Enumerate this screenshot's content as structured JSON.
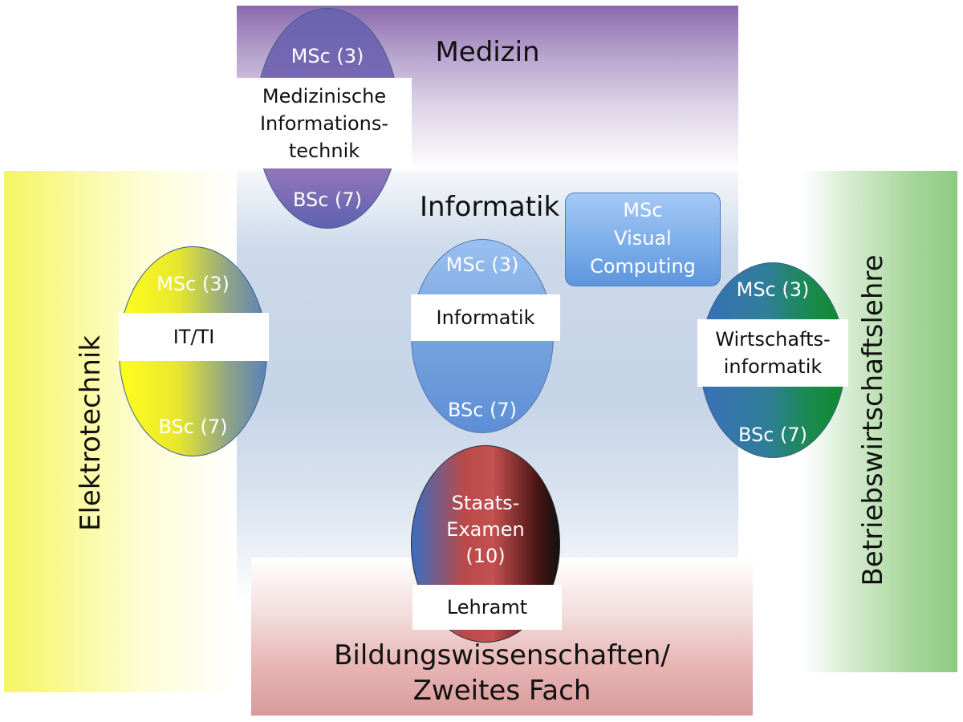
{
  "regions": {
    "medizin": "Medizin",
    "informatik": "Informatik",
    "elektrotechnik": "Elektrotechnik",
    "betriebswirtschaftslehre": "Betriebswirtschaftslehre",
    "bildung_line1": "Bildungswissenschaften/",
    "bildung_line2": "Zweites Fach"
  },
  "programs": {
    "medizin": {
      "msc": "MSc (3)",
      "name_line1": "Medizinische",
      "name_line2": "Informations-",
      "name_line3": "technik",
      "bsc": "BSc (7)"
    },
    "it_ti": {
      "msc": "MSc (3)",
      "name": "IT/TI",
      "bsc": "BSc (7)"
    },
    "informatik": {
      "msc": "MSc (3)",
      "name": "Informatik",
      "bsc": "BSc (7)"
    },
    "wirtschaftsinformatik": {
      "msc": "MSc (3)",
      "name_line1": "Wirtschafts-",
      "name_line2": "informatik",
      "bsc": "BSc (7)"
    },
    "lehramt": {
      "exam_line1": "Staats-",
      "exam_line2": "Examen",
      "exam_line3": "(10)",
      "name": "Lehramt"
    },
    "visual_computing": {
      "line1": "MSc",
      "line2": "Visual",
      "line3": "Computing"
    }
  }
}
